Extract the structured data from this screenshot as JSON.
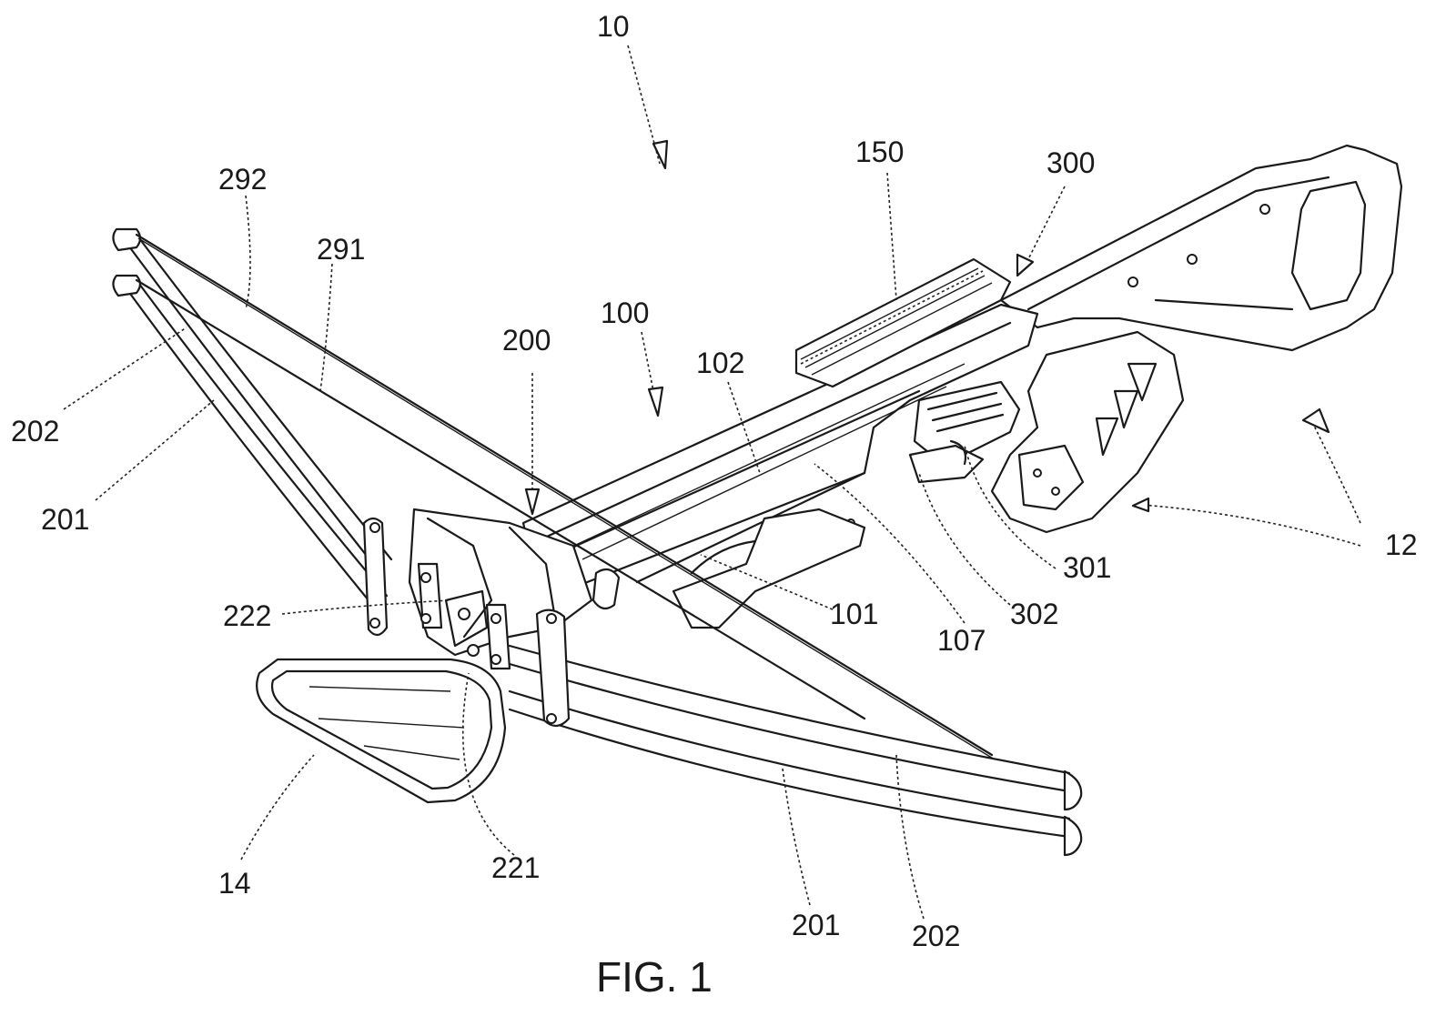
{
  "figure": {
    "caption": "FIG. 1",
    "reference_numerals": [
      {
        "id": "r10",
        "text": "10"
      },
      {
        "id": "r150",
        "text": "150"
      },
      {
        "id": "r300",
        "text": "300"
      },
      {
        "id": "r292",
        "text": "292"
      },
      {
        "id": "r291",
        "text": "291"
      },
      {
        "id": "r100",
        "text": "100"
      },
      {
        "id": "r200",
        "text": "200"
      },
      {
        "id": "r102",
        "text": "102"
      },
      {
        "id": "r202a",
        "text": "202"
      },
      {
        "id": "r201a",
        "text": "201"
      },
      {
        "id": "r12",
        "text": "12"
      },
      {
        "id": "r301",
        "text": "301"
      },
      {
        "id": "r302",
        "text": "302"
      },
      {
        "id": "r101",
        "text": "101"
      },
      {
        "id": "r107",
        "text": "107"
      },
      {
        "id": "r222",
        "text": "222"
      },
      {
        "id": "r221",
        "text": "221"
      },
      {
        "id": "r14",
        "text": "14"
      },
      {
        "id": "r201b",
        "text": "201"
      },
      {
        "id": "r202b",
        "text": "202"
      }
    ]
  }
}
